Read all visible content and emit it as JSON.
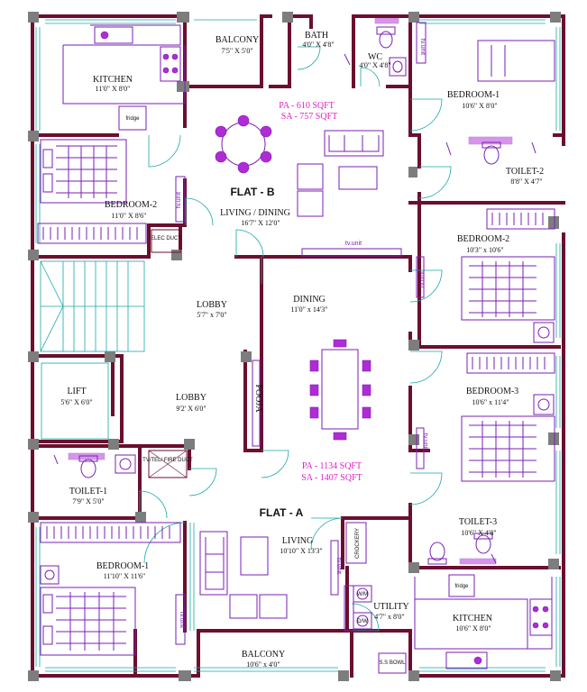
{
  "flat_b": {
    "title": "FLAT - B",
    "pa": "PA - 610 SQFT",
    "sa": "SA - 757 SQFT",
    "rooms": {
      "kitchen": {
        "name": "KITCHEN",
        "dim": "11'0\" X 8'0\""
      },
      "balcony": {
        "name": "BALCONY",
        "dim": "7'5\" X 5'0\""
      },
      "bath": {
        "name": "BATH",
        "dim": "4'0\" X 4'8\""
      },
      "wc": {
        "name": "WC",
        "dim": "4'0\" X 4'8\""
      },
      "bedroom1": {
        "name": "BEDROOM-1",
        "dim": "10'6\" X 8'0\""
      },
      "bedroom2": {
        "name": "BEDROOM-2",
        "dim": "11'0\" X 8'6\""
      },
      "living": {
        "name": "LIVING / DINING",
        "dim": "16'7\" X 12'0\""
      }
    }
  },
  "common": {
    "elec_duct": "ELEC DUCT",
    "tv_tel_duct": "TV/TEL/ FIRE DUCT",
    "lobby_upper": {
      "name": "LOBBY",
      "dim": "5'7\" x 7'0\""
    },
    "lobby_lower": {
      "name": "LOBBY",
      "dim": "9'2' X 6'0\""
    },
    "lift": {
      "name": "LIFT",
      "dim": "5'6\" X 6'0\""
    }
  },
  "flat_a": {
    "title": "FLAT - A",
    "pa": "PA - 1134 SQFT",
    "sa": "SA - 1407 SQFT",
    "rooms": {
      "dining": {
        "name": "DINING",
        "dim": "11'0\" x 14'3\""
      },
      "pooja": {
        "name": "POOJA"
      },
      "bedroom2": {
        "name": "BEDROOM-2",
        "dim": "10'3\" x 10'6\""
      },
      "toilet2": {
        "name": "TOILET-2",
        "dim": "8'8\" X 4'7\""
      },
      "bedroom3": {
        "name": "BEDROOM-3",
        "dim": "10'6\" x 11'4\""
      },
      "toilet1": {
        "name": "TOILET-1",
        "dim": "7'9\" X 5'0\""
      },
      "bedroom1": {
        "name": "BEDROOM-1",
        "dim": "11'10\" X 11'6\""
      },
      "living": {
        "name": "LIVING",
        "dim": "10'10\" X 13'3\""
      },
      "toilet3": {
        "name": "TOILET-3",
        "dim": "10'6\" X 4'8\""
      },
      "utility": {
        "name": "UTILITY",
        "dim": "4'7\" x 8'0\""
      },
      "kitchen": {
        "name": "KITCHEN",
        "dim": "10'6\" X 8'0\""
      },
      "balcony": {
        "name": "BALCONY",
        "dim": "10'6\" x 4'0\""
      }
    }
  },
  "fixtures": {
    "fridge": "fridge",
    "tv_unit": "tv.unit",
    "crockery": "CROCKERY",
    "ss_bowl": "S.S BOWL",
    "wm": "W/M",
    "dw": "D/W"
  },
  "colors": {
    "wall": "#6b0f2e",
    "furniture": "#7a1fb5",
    "area_text": "#e020c8",
    "door_window": "#1aa8a8",
    "column": "#7d7d7d"
  }
}
